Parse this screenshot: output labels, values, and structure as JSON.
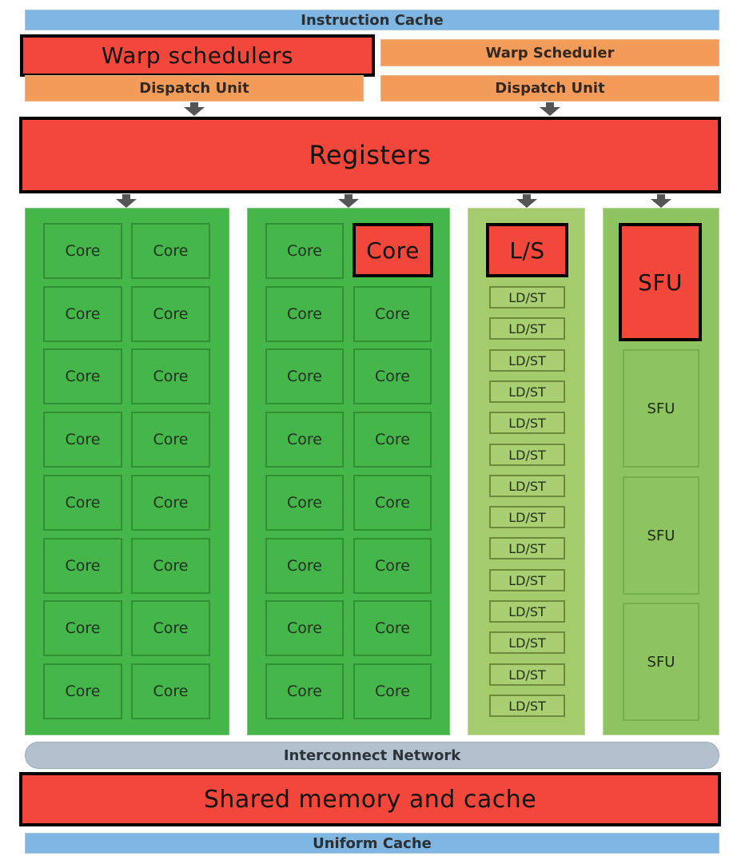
{
  "instruction_cache": "Instruction Cache",
  "warp_schedulers_highlight": "Warp schedulers",
  "warp_scheduler": "Warp Scheduler",
  "dispatch_unit_left": "Dispatch Unit",
  "dispatch_unit_right": "Dispatch Unit",
  "registers": "Registers",
  "core_label": "Core",
  "core_highlight": "Core",
  "ls_highlight": "L/S",
  "ldst_label": "LD/ST",
  "sfu_highlight": "SFU",
  "sfu_label": "SFU",
  "interconnect": "Interconnect Network",
  "shared_memory": "Shared memory and cache",
  "uniform_cache": "Uniform Cache",
  "counts": {
    "core_rows": 8,
    "ldst_units": 14,
    "sfu_units": 3
  },
  "colors": {
    "highlight_red": "#f4473b",
    "core_green": "#45b649",
    "ldst_green": "#a4cc6c",
    "sfu_green": "#8dc45f",
    "cache_blue": "#7fb6e2",
    "scheduler_orange": "#f39c5a",
    "interconnect_gray": "#b3c1cf"
  }
}
